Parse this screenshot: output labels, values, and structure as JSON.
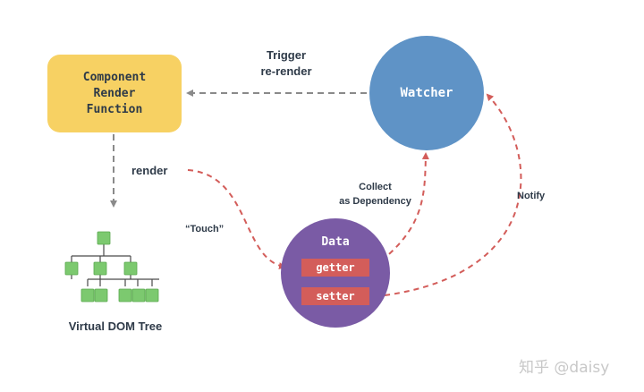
{
  "nodes": {
    "component_render_function": "Component\nRender\nFunction",
    "watcher": "Watcher",
    "data": "Data",
    "getter": "getter",
    "setter": "setter",
    "virtual_dom_tree": "Virtual DOM Tree"
  },
  "edges": {
    "trigger_rerender": "Trigger\nre-render",
    "render": "render",
    "touch": "“Touch”",
    "collect_as_dependency": "Collect\nas Dependency",
    "notify": "Notify"
  },
  "watermark": "知乎 @daisy",
  "colors": {
    "render_box": "#f7d163",
    "watcher": "#5f93c6",
    "data": "#7a5ba5",
    "accessor_pill": "#d35d5a",
    "tree_cube": "#7cc96f",
    "gray_arrow": "#8a8a8a",
    "red_arrow": "#d35d5a",
    "text": "#2e3a48"
  }
}
